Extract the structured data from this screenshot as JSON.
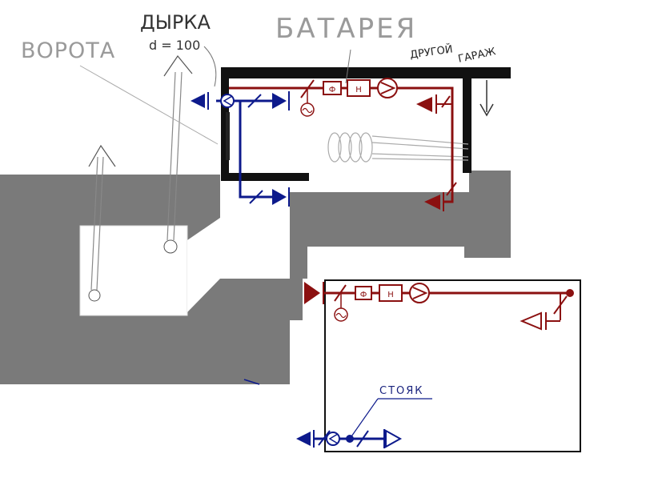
{
  "labels": {
    "gate": "ВОРОТА",
    "hole": "ДЫРКА",
    "diameter": "d = 100",
    "battery": "БАТАРЕЯ",
    "other_garage_1": "ДРУГОЙ",
    "other_garage_2": "ГАРАЖ",
    "riser": "СТОЯК",
    "filter_1": "Ф",
    "pump_1": "Н",
    "filter_2": "Ф",
    "pump_2": "Н"
  },
  "colors": {
    "ground": "#7a7a7a",
    "wall": "#111111",
    "hot_pipe": "#8b1010",
    "cold_pipe": "#0d1a8c",
    "sketch_line": "#999999"
  },
  "icons": [
    "valve-icon",
    "check-valve-icon",
    "pump-icon",
    "filter-icon",
    "thermometer-icon",
    "radiator-icon",
    "arrow-up-icon"
  ]
}
